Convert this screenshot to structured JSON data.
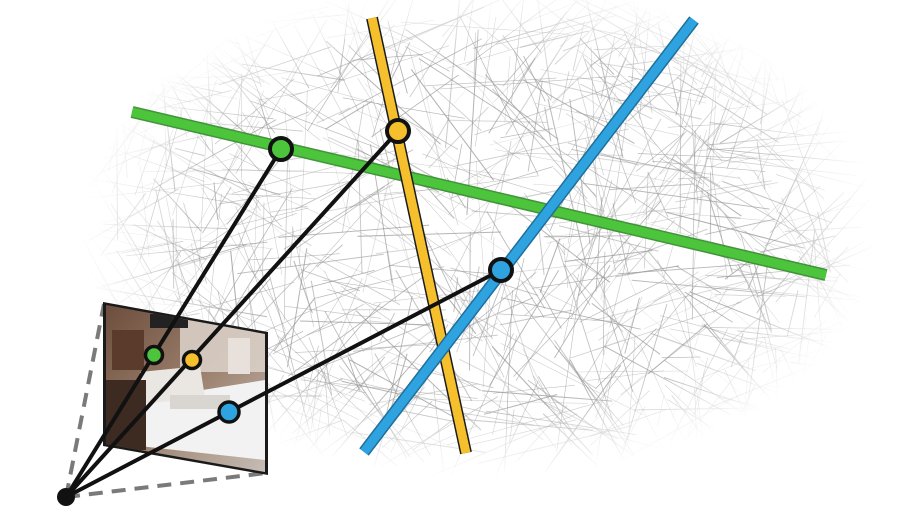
{
  "diagram": {
    "lines": [
      {
        "id": "green",
        "color": "#4cc43c"
      },
      {
        "id": "yellow",
        "color": "#f5c02c"
      },
      {
        "id": "blue",
        "color": "#2ea3e0"
      }
    ],
    "point_colors": {
      "green": "#4cc43c",
      "yellow": "#f5c02c",
      "blue": "#2ea3e0"
    },
    "ray_color": "#111111",
    "frustum_color": "#7a7a7a",
    "texture_color": "#9a9a9a",
    "icons": [
      "camera-center-icon",
      "image-plane-photo"
    ]
  }
}
